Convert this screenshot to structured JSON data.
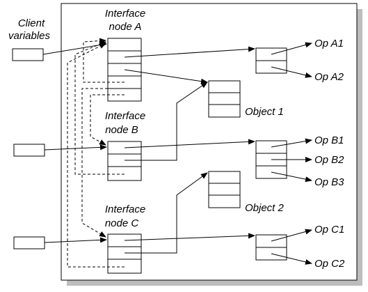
{
  "labels": {
    "client_variables_line1": "Client",
    "client_variables_line2": "variables",
    "node_a_line1": "Interface",
    "node_a_line2": "node A",
    "node_b_line1": "Interface",
    "node_b_line2": "node B",
    "node_c_line1": "Interface",
    "node_c_line2": "node C",
    "object_1": "Object 1",
    "object_2": "Object 2",
    "op_a1": "Op A1",
    "op_a2": "Op A2",
    "op_b1": "Op B1",
    "op_b2": "Op B2",
    "op_b3": "Op B3",
    "op_c1": "Op C1",
    "op_c2": "Op C2"
  },
  "colors": {
    "shadow": "#bdbdbd",
    "stroke": "#000000",
    "fill": "#ffffff"
  }
}
